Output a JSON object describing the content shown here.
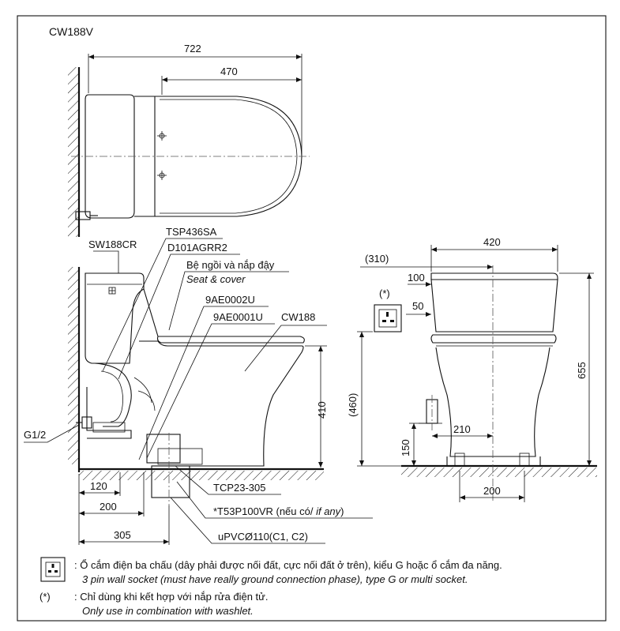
{
  "model_title": "CW188V",
  "dimensions": {
    "top_width": "722",
    "top_seat": "470",
    "side_120": "120",
    "side_200": "200",
    "side_305": "305",
    "side_height_410": "410",
    "front_width": "420",
    "front_310": "(310)",
    "front_100": "100",
    "front_50": "50",
    "front_460": "(460)",
    "front_150": "150",
    "front_210": "210",
    "front_200": "200",
    "front_655": "655"
  },
  "labels": {
    "tank": "SW188CR",
    "valve": "TSP436SA",
    "seat_code": "D101AGRR2",
    "seat_vi": "Bệ ngồi và nắp đậy",
    "seat_en": "Seat & cover",
    "part1": "9AE0002U",
    "part2": "9AE0001U",
    "bowl": "CW188",
    "inlet": "G1/2",
    "flange": "TCP23-305",
    "socket_vi": "*T53P100VR (nếu có/ ",
    "socket_en": "if any",
    "socket_end": ")",
    "pipe": "uPVCØ110(C1, C2)",
    "asterisk": "(*)"
  },
  "notes": {
    "socket_vi": ": Ổ cắm điện ba chấu (dây phải được nối đất, cực nối đất ở trên), kiểu G hoặc ổ cắm đa năng.",
    "socket_en": "3 pin wall socket (must have really ground connection phase), type G or multi socket.",
    "washlet_mark": "(*)",
    "washlet_vi": ": Chỉ dùng khi kết hợp với nắp rửa điện tử.",
    "washlet_en": "Only use in combination with washlet."
  },
  "icons": [
    "wall-socket-icon"
  ]
}
